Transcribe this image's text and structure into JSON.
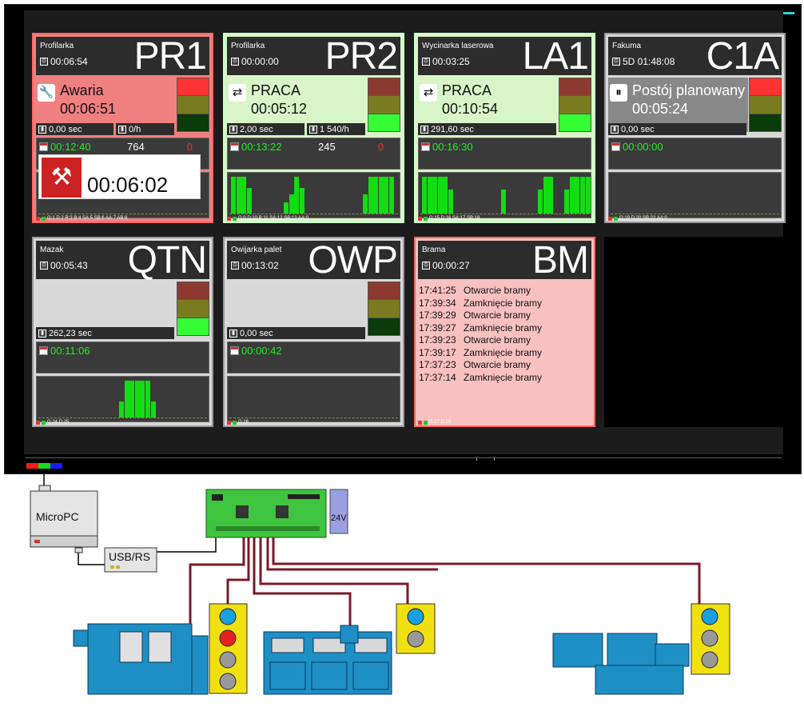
{
  "colors": {
    "red": "#f08080",
    "green": "#d8f5c8",
    "gray": "#d8d8d8",
    "pink": "#f8c0c0",
    "lamp_off_red": "#8c3a30",
    "lamp_on_red": "#ff3333",
    "lamp_yellow": "#7a7a20",
    "lamp_off_green": "#0b3a0b",
    "lamp_on_green": "#33ff33"
  },
  "rgb_strip": [
    "#ff1a1a",
    "#1adc1a",
    "#1a1aff"
  ],
  "tiles": [
    {
      "name": "Profilarka",
      "time": "00:06:54",
      "code": "PR1",
      "bg": "#f08080",
      "status": "Awaria",
      "status_time": "00:06:51",
      "icon": "wrench-icon",
      "lamp": "red",
      "bar1": "0,00 sec",
      "bar2": "0/h",
      "cal_time": "00:12:40",
      "count": "764",
      "rejects": "0",
      "overlay_time": "00:06:02",
      "legend": "G:1 D:2 R:3 B:4 SA:5 SB:6 AA:7 AB:8",
      "hist": [
        0,
        0,
        0,
        0,
        0,
        0,
        0,
        0,
        0,
        0,
        0,
        0,
        0,
        0,
        0,
        0,
        0,
        0,
        0,
        0,
        0,
        0,
        0,
        0,
        0,
        0,
        0,
        0,
        0,
        0,
        0,
        0,
        0,
        0,
        0,
        0,
        0,
        0,
        0,
        0
      ]
    },
    {
      "name": "Profilarka",
      "time": "00:00:00",
      "code": "PR2",
      "bg": "#d8f5c8",
      "status": "PRACA",
      "status_time": "00:05:12",
      "icon": "cycle-icon",
      "lamp": "green",
      "bar1": "2,00 sec",
      "bar2": "1 540/h",
      "cal_time": "00:13:22",
      "count": "245",
      "rejects": "0",
      "legend": "G:0 D:10 B:11 SA:12 SB:13 AA:0",
      "hist": [
        46,
        46,
        46,
        32,
        0,
        0,
        0,
        0,
        0,
        0,
        14,
        24,
        46,
        32,
        0,
        0,
        0,
        0,
        0,
        0,
        0,
        0,
        0,
        0,
        0,
        24,
        46,
        46,
        46,
        46,
        46,
        0
      ]
    },
    {
      "name": "Wycinarka laserowa",
      "time": "00:03:25",
      "code": "LA1",
      "bg": "#d8f5c8",
      "status": "PRACA",
      "status_time": "00:10:54",
      "icon": "cycle-icon",
      "lamp": "green",
      "bar1": "291,60 sec",
      "cal_time": "00:16:30",
      "legend": "G:15 D:16 SA:17 SB:18",
      "hist": [
        46,
        46,
        46,
        46,
        46,
        30,
        0,
        0,
        0,
        0,
        0,
        0,
        0,
        0,
        0,
        30,
        0,
        0,
        0,
        0,
        0,
        0,
        30,
        46,
        46,
        0,
        0,
        30,
        46,
        46,
        46,
        46,
        0
      ]
    },
    {
      "name": "Fakuma",
      "time": "5D 01:48:08",
      "code": "C1A",
      "bg": "#d8d8d8",
      "status": "Postój planowany",
      "status_time": "00:05:24",
      "icon": "pause-icon",
      "lamp": "red",
      "bar1": "0,00 sec",
      "cal_time": "00:00:00",
      "legend": "G:19 D:20 SB:22 AA:0",
      "hist": []
    },
    {
      "name": "Mazak",
      "time": "00:05:43",
      "code": "QTN",
      "bg": "#d8d8d8",
      "lamp": "green",
      "bar1": "262,23 sec",
      "cal_time": "00:11:06",
      "legend": "G:24 D:25",
      "hist": [
        0,
        0,
        0,
        0,
        0,
        0,
        0,
        0,
        0,
        0,
        0,
        0,
        0,
        0,
        0,
        20,
        46,
        46,
        46,
        46,
        46,
        20,
        0,
        0,
        0,
        0,
        0,
        0,
        0,
        0,
        0,
        0,
        0,
        0,
        0,
        24,
        46,
        46,
        46,
        0
      ]
    },
    {
      "name": "Owijarka palet",
      "time": "00:13:02",
      "code": "OWP",
      "bg": "#d8d8d8",
      "lamp": "off",
      "bar1": "0,00 sec",
      "cal_time": "00:00:42",
      "legend": "G:26",
      "hist": [
        0,
        0,
        0,
        0,
        0,
        0,
        0,
        0,
        0,
        0,
        0,
        0,
        0,
        0,
        0,
        0,
        0,
        0,
        0,
        0,
        0,
        0,
        0,
        0,
        0,
        0,
        0,
        0,
        0,
        0,
        0,
        0,
        0,
        0,
        0,
        0,
        0,
        0,
        0,
        0
      ]
    },
    {
      "name": "Brama",
      "time": "00:00:27",
      "code": "BM",
      "bg": "#f8c0c0",
      "legend": "G:27 D:28",
      "log": [
        [
          "17:41:25",
          "Otwarcie bramy"
        ],
        [
          "17:39:34",
          "Zamknięcie bramy"
        ],
        [
          "17:39:29",
          "Otwarcie bramy"
        ],
        [
          "17:39:27",
          "Zamknięcie bramy"
        ],
        [
          "17:39:23",
          "Otwarcie bramy"
        ],
        [
          "17:39:17",
          "Zamknięcie bramy"
        ],
        [
          "17:37:23",
          "Otwarcie bramy"
        ],
        [
          "17:37:14",
          "Zamknięcie bramy"
        ]
      ]
    }
  ],
  "diagram": {
    "micropc": "MicroPC",
    "usbrs": "USB/RS",
    "psu": "24V"
  }
}
